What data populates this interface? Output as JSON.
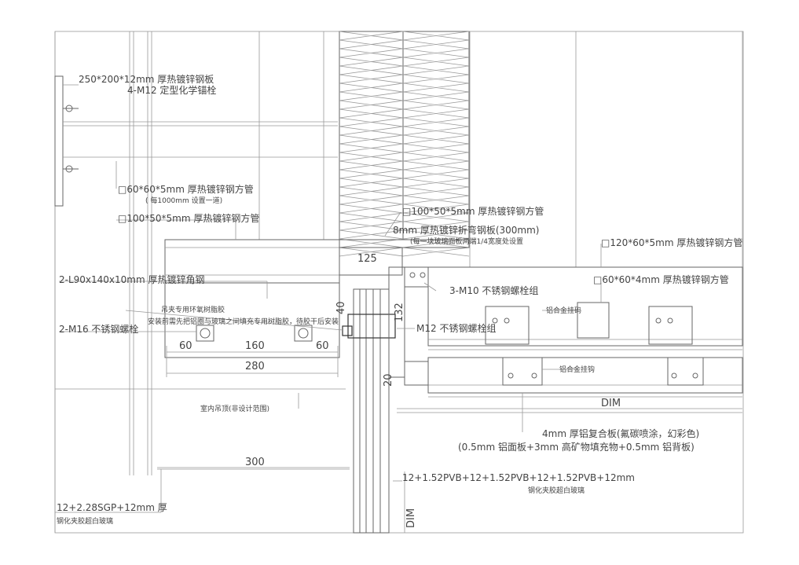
{
  "labels": {
    "l1": "250*200*12mm 厚热镀锌钢板",
    "l2": "4-M12 定型化学锚栓",
    "l3": "□60*60*5mm 厚热镀锌钢方管",
    "l4": "( 每1000mm 设置一道)",
    "l5": "□100*50*5mm 厚热镀锌钢方管",
    "l6": "□100*50*5mm 厚热镀锌钢方管",
    "l7": "8mm 厚热镀锌折弯钢板(300mm)",
    "l8": "(每一块玻璃面板两端1/4宽度处设置",
    "l9": "□120*60*5mm 厚热镀锌钢方管",
    "l10": "2-L90x140x10mm 厚热镀锌角钢",
    "l11": "□60*60*4mm 厚热镀锌钢方管",
    "l12": "3-M10 不锈钢螺栓组",
    "l13": "吊夹专用环氧树脂胶",
    "l14": "安装前需先把铝圈与玻璃之间填充专用树脂胶，待胶干后安装",
    "l15": "2-M16 不锈钢螺栓",
    "l16": "M12 不锈钢螺栓组",
    "l17": "铝合金挂码",
    "l18": "铝合金挂钩",
    "l19": "室内吊顶(非设计范围)",
    "l20": "4mm 厚铝复合板(氟碳喷涂，幻彩色)",
    "l21": "(0.5mm 铝面板+3mm 高矿物填充物+0.5mm 铝背板)",
    "l22": "12+1.52PVB+12+1.52PVB+12+1.52PVB+12mm",
    "l23": "钢化夹胶超白玻璃",
    "l24": "12+2.28SGP+12mm 厚",
    "l25": "钢化夹胶超白玻璃"
  },
  "dims": {
    "d60a": "60",
    "d160": "160",
    "d60b": "60",
    "d280": "280",
    "d300": "300",
    "d125": "125",
    "d40": "40",
    "d132": "132",
    "d20": "20",
    "dimH": "DIM",
    "dimV": "DIM"
  }
}
